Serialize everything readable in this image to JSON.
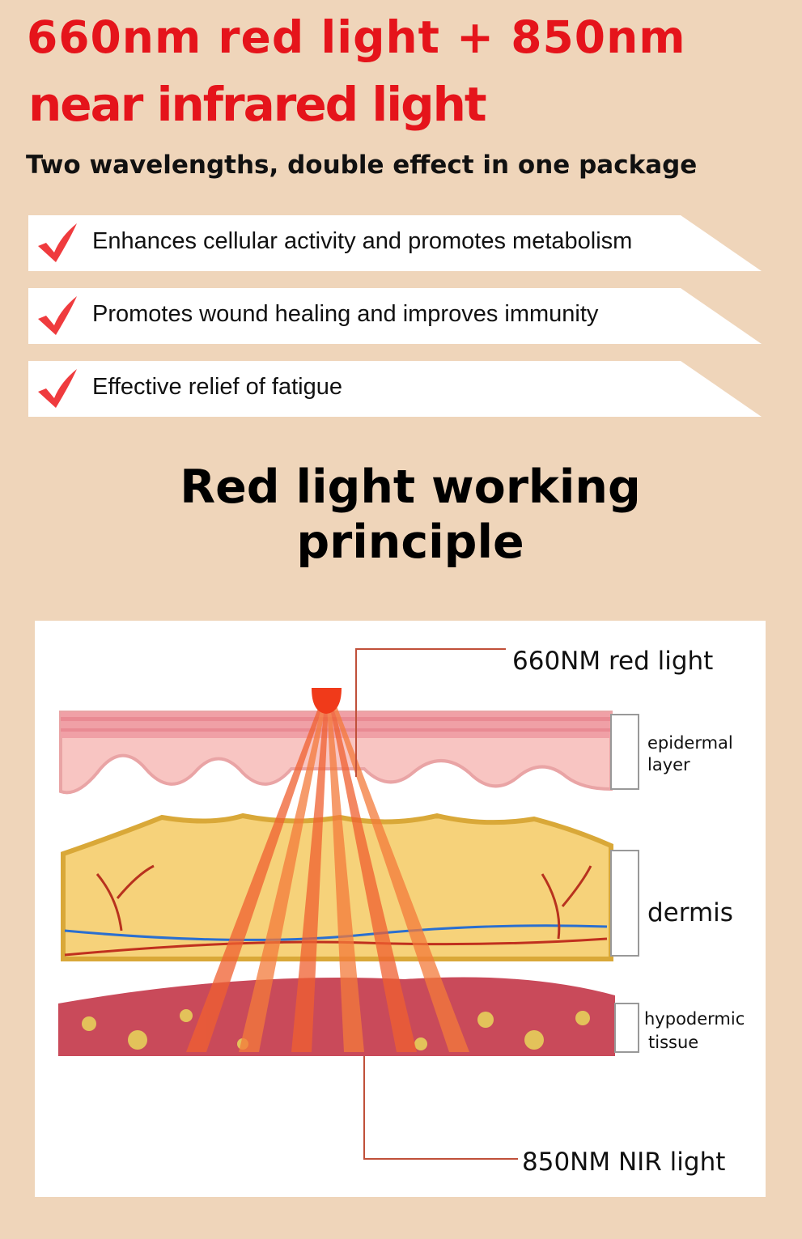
{
  "header": {
    "title_line1": "660nm red light + 850nm",
    "title_line2": "near infrared light",
    "subtitle": "Two wavelengths, double effect in one package"
  },
  "benefits": [
    {
      "icon": "checkmark-icon",
      "text": "Enhances cellular activity and promotes metabolism"
    },
    {
      "icon": "checkmark-icon",
      "text": "Promotes wound healing and improves immunity"
    },
    {
      "icon": "checkmark-icon",
      "text": "Effective relief of fatigue"
    }
  ],
  "section": {
    "heading_line1": "Red light working",
    "heading_line2": "principle"
  },
  "diagram": {
    "label_red": "660NM red light",
    "label_epidermal_1": "epidermal",
    "label_epidermal_2": "layer",
    "label_dermis": "dermis",
    "label_hypodermic_1": "hypodermic",
    "label_hypodermic_2": "tissue",
    "label_nir": "850NM NIR light"
  },
  "colors": {
    "accent_red": "#e5141b",
    "background": "#efd5ba"
  }
}
